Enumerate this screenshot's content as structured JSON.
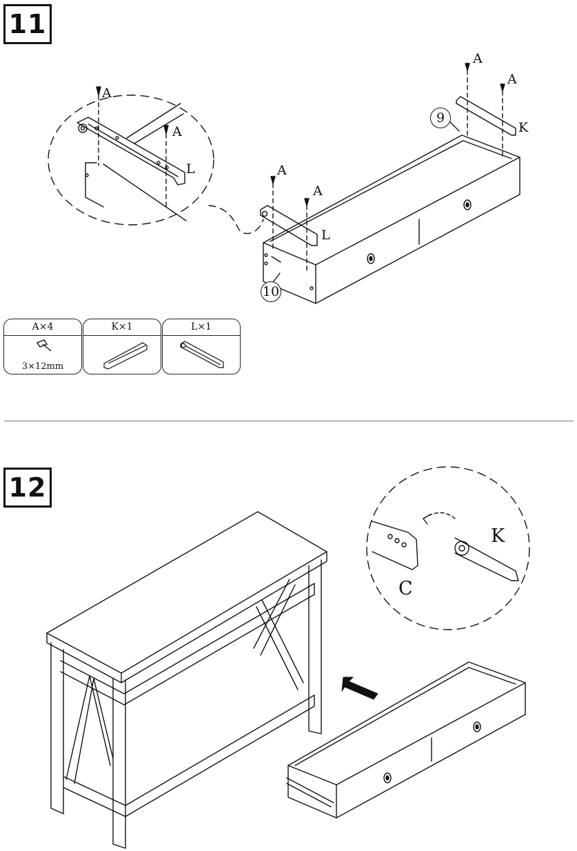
{
  "steps": {
    "step11": "11",
    "step12": "12"
  },
  "step11": {
    "labels": {
      "screw": "A",
      "slide_left": "L",
      "slide_k": "K",
      "part_9": "9",
      "part_10": "10"
    },
    "parts_list": [
      {
        "header": "A×4",
        "sub": "3×12mm"
      },
      {
        "header": "K×1",
        "sub": ""
      },
      {
        "header": "L×1",
        "sub": ""
      }
    ]
  },
  "step12": {
    "labels": {
      "slide_k": "K",
      "slide_c": "C"
    }
  }
}
